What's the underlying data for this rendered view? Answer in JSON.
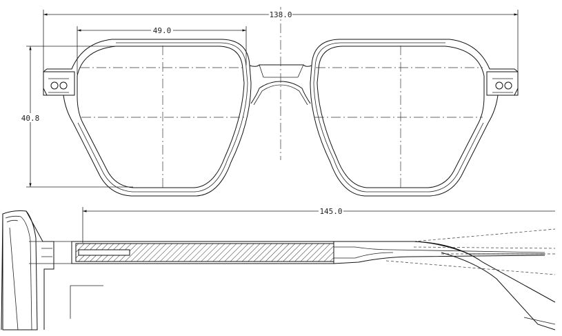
{
  "dimensions": {
    "overall_width": "138.0",
    "lens_width": "49.0",
    "lens_height": "40.8",
    "temple_length": "145.0"
  }
}
